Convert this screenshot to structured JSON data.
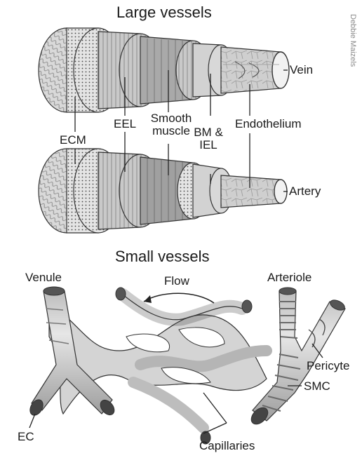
{
  "large_section": {
    "title": "Large vessels",
    "vessels": {
      "top": "Vein",
      "bottom": "Artery"
    },
    "layers": {
      "ecm": "ECM",
      "eel": "EEL",
      "smooth_muscle": "Smooth muscle",
      "bm_iel": "BM & IEL",
      "endothelium": "Endothelium"
    }
  },
  "small_section": {
    "title": "Small vessels",
    "labels": {
      "venule": "Venule",
      "arteriole": "Arteriole",
      "flow": "Flow",
      "pericyte": "Pericyte",
      "smc": "SMC",
      "ec": "EC",
      "capillaries": "Capillaries"
    }
  },
  "credit": "Debbie Maizels"
}
